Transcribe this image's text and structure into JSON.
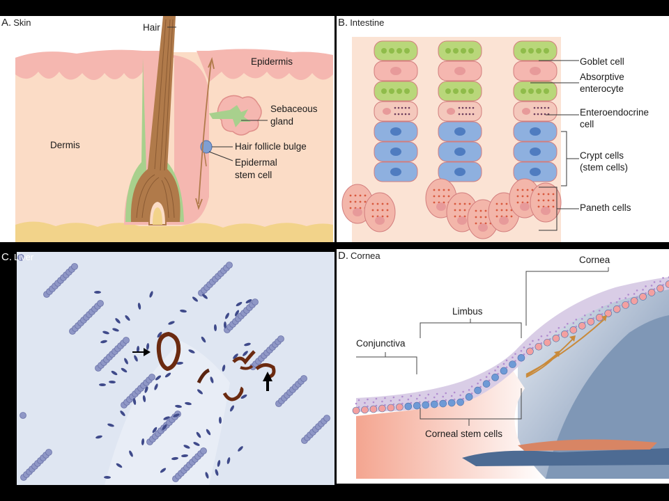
{
  "panels": {
    "skin": {
      "letter": "A.",
      "title": "Skin",
      "labels": {
        "hair": "Hair",
        "epidermis": "Epidermis",
        "dermis": "Dermis",
        "sebaceous_1": "Sebaceous",
        "sebaceous_2": "gland",
        "bulge": "Hair follicle bulge",
        "stem_1": "Epidermal",
        "stem_2": "stem cell"
      }
    },
    "intestine": {
      "letter": "B.",
      "title": "Intestine",
      "labels": {
        "goblet": "Goblet cell",
        "absorptive_1": "Absorptive",
        "absorptive_2": "enterocyte",
        "entero_1": "Enteroendocrine",
        "entero_2": "cell",
        "crypt_1": "Crypt cells",
        "crypt_2": "(stem cells)",
        "paneth": "Paneth cells"
      }
    },
    "liver": {
      "letter": "C.",
      "title": "Liver"
    },
    "cornea": {
      "letter": "D.",
      "title": "Cornea",
      "labels": {
        "cornea": "Cornea",
        "limbus": "Limbus",
        "conjunctiva": "Conjunctiva",
        "corneal_stem": "Corneal stem cells"
      }
    }
  },
  "colors": {
    "epidermis_pink": "#f5b7b0",
    "dermis_peach": "#fbdcc6",
    "hair_brown": "#b07a4a",
    "goblet_green": "#b9d77a",
    "crypt_blue": "#8eb0df",
    "paneth_pink": "#f3b6aa",
    "liver_bg": "#dfe6f2",
    "duct_brown": "#6b2a10",
    "cornea_lavender": "#d9cde6",
    "stroma_blue": "#7f97b6"
  }
}
